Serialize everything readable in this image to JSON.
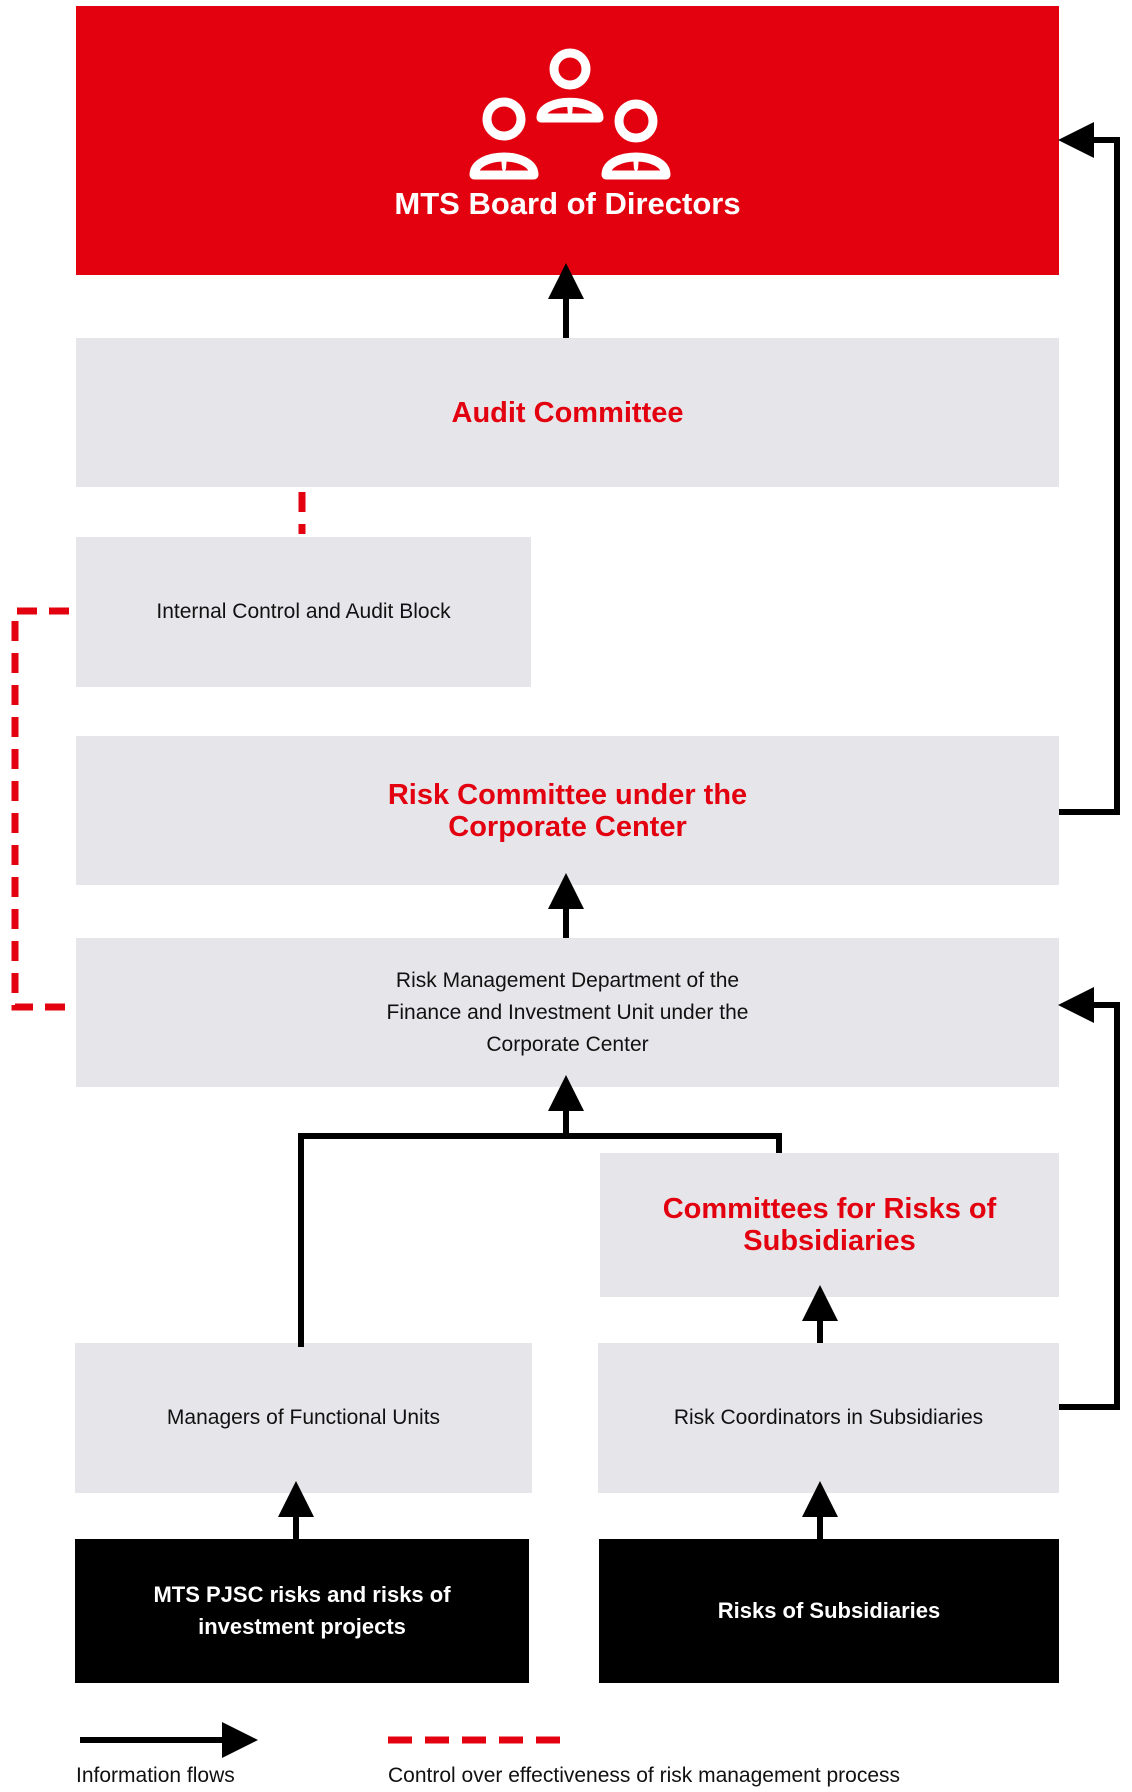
{
  "board": {
    "title": "MTS Board of Directors",
    "icon": "board-members-icon",
    "color": "#e3000f"
  },
  "audit_committee": {
    "title": "Audit Committee"
  },
  "internal_control": {
    "text": "Internal Control and Audit Block"
  },
  "risk_committee": {
    "title": "Risk Committee under the Corporate Center"
  },
  "risk_management_dept": {
    "text": "Risk Management Department of the Finance and Investment Unit under the Corporate Center"
  },
  "subsidiary_committees": {
    "title": "Committees for Risks of Subsidiaries"
  },
  "managers": {
    "text": "Managers of Functional Units"
  },
  "coordinators": {
    "text": "Risk Coordinators in Subsidiaries"
  },
  "mts_risks": {
    "text": "MTS PJSC risks and risks of investment projects"
  },
  "subsidiary_risks": {
    "text": "Risks of Subsidiaries"
  },
  "legend": {
    "information_flows": "Information flows",
    "control": "Control over effectiveness of risk management process"
  },
  "colors": {
    "accent": "#e3000f",
    "box": "#e6e6ea",
    "black": "#000000"
  }
}
